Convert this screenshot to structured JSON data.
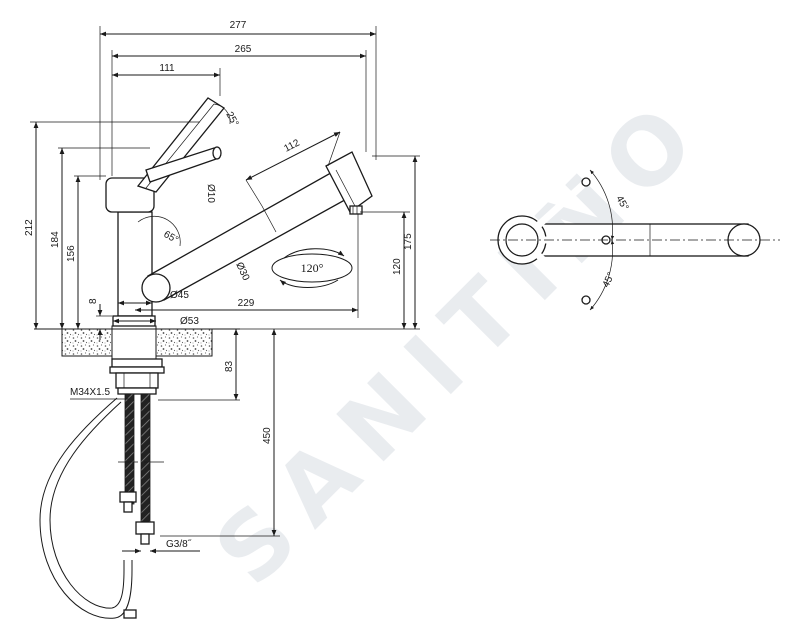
{
  "watermark": {
    "text": "SANITINO"
  },
  "side_view": {
    "dimensions": {
      "total_length": "277",
      "spout_length": "265",
      "handle_offset": "111",
      "handle_angle": "25°",
      "spray_head_length": "112",
      "handle_diameter": "Ø10",
      "spout_angle": "65°",
      "spout_diameter": "Ø30",
      "body_diameter": "Ø45",
      "base_diameter": "Ø53",
      "base_height": "8",
      "outlet_reach": "229",
      "total_height": "212",
      "handle_height": "184",
      "spout_joint_height": "156",
      "spout_top_height": "175",
      "outlet_height": "120",
      "swivel_angle": "120°",
      "thread": "M34X1.5",
      "shank_length": "83",
      "hose_length": "450",
      "connection": "G3/8˝"
    }
  },
  "top_view": {
    "dimensions": {
      "angle_upper": "45°",
      "angle_lower": "45°"
    }
  }
}
